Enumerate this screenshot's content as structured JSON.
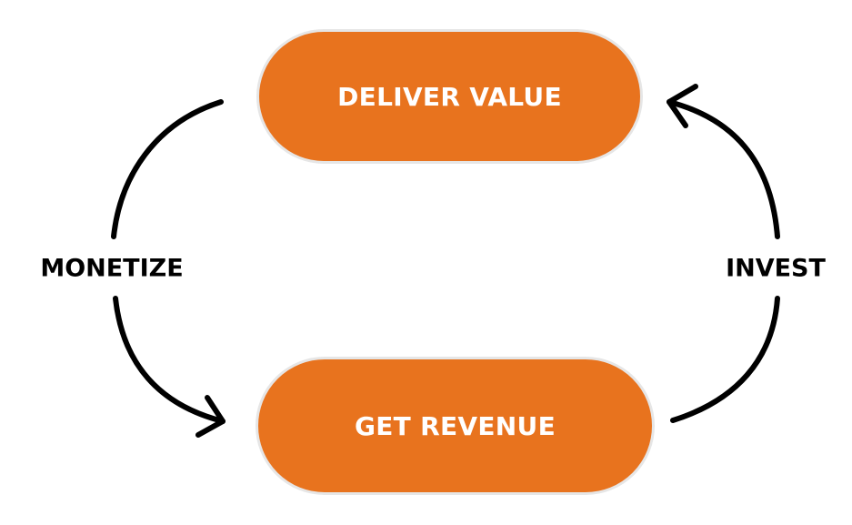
{
  "nodes": {
    "top": {
      "label": "DELIVER VALUE"
    },
    "bottom": {
      "label": "GET REVENUE"
    }
  },
  "edges": {
    "left": {
      "label": "MONETIZE",
      "from": "DELIVER VALUE",
      "to": "GET REVENUE"
    },
    "right": {
      "label": "INVEST",
      "from": "GET REVENUE",
      "to": "DELIVER VALUE"
    }
  },
  "colors": {
    "node_fill": "#E8731E",
    "node_text": "#ffffff",
    "arrow": "#000000"
  }
}
